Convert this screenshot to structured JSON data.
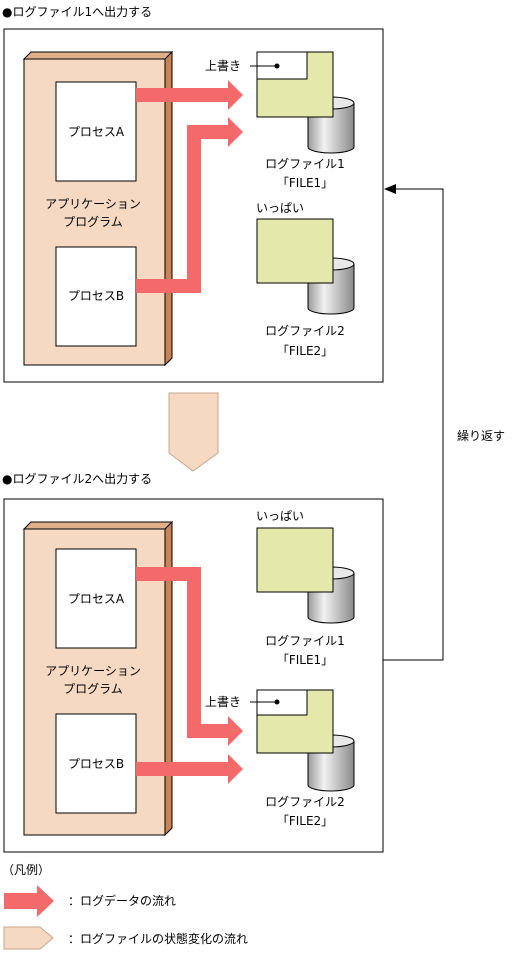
{
  "section1": {
    "heading": "●ログファイル1へ出力する",
    "app_label_line1": "アプリケーション",
    "app_label_line2": "プログラム",
    "process_a": "プロセスA",
    "process_b": "プロセスB",
    "overwrite": "上書き",
    "full": "いっぱい",
    "file1_name": "ログファイル1",
    "file1_id": "「FILE1」",
    "file2_name": "ログファイル2",
    "file2_id": "「FILE2」"
  },
  "section2": {
    "heading": "●ログファイル2へ出力する",
    "app_label_line1": "アプリケーション",
    "app_label_line2": "プログラム",
    "process_a": "プロセスA",
    "process_b": "プロセスB",
    "overwrite": "上書き",
    "full": "いっぱい",
    "file1_name": "ログファイル1",
    "file1_id": "「FILE1」",
    "file2_name": "ログファイル2",
    "file2_id": "「FILE2」"
  },
  "repeat_label": "繰り返す",
  "legend": {
    "title": "（凡例）",
    "log_flow": "：ログデータの流れ",
    "state_flow": "：ログファイルの状態変化の流れ"
  },
  "colors": {
    "arrow_red": "#f46a6a",
    "app_fill": "#f6d9c2",
    "app_side": "#c88455",
    "file_fill": "#e4e8aa",
    "state_arrow": "#f6d9c2"
  }
}
